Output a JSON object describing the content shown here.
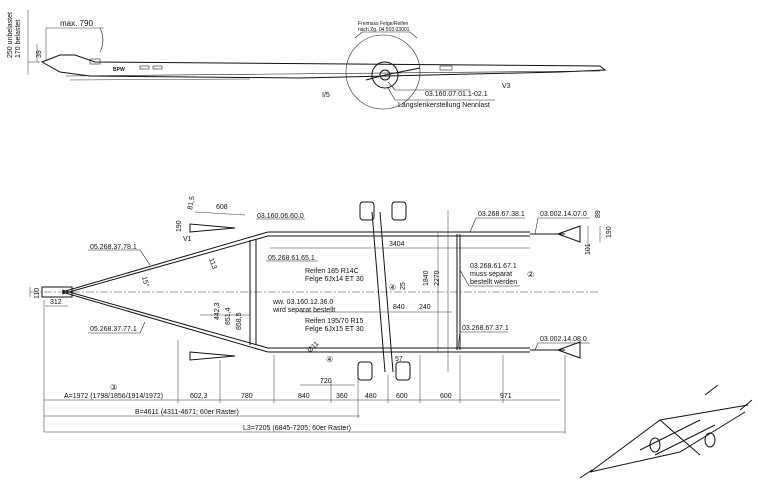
{
  "side_view": {
    "max_length": "max. 790",
    "height_dim": "39",
    "height_unloaded": "250 unbelastet",
    "height_loaded": "170 belastet",
    "brand_mark": "BPW",
    "clearance_note_1": "Freimass Felge/Reifen",
    "clearance_note_2": "nach Zg. 04 503 03001",
    "position_v5": "I/5",
    "position_v3": "V3",
    "axle_part": "03.160.07.01.1-02.1",
    "axle_note": "Längslenkerstellung Nennlast"
  },
  "plan_view": {
    "support_length": "608",
    "support_angle_dim": "81,5",
    "support_width": "190",
    "position_v1": "V1",
    "support_part": "03.160.06.60.0",
    "drawbar_upper_part": "05.268.37.78.1",
    "crossmember_part": "05.268.61.65.1",
    "hole_spacing": "113",
    "drawbar_angle": "15°",
    "coupling_height": "110",
    "coupling_length": "312",
    "drawbar_lower_part": "05.268.37.77.1",
    "dim_442": "442,3",
    "dim_851": "851,4",
    "dim_858": "858,5",
    "spare_part_1": "ww. 03.160.12.36.0",
    "spare_part_2": "wird separat bestellt",
    "tyre_small_1": "Reifen 185 R14C",
    "tyre_small_2": "Felge 6Jx14 ET 30",
    "tyre_large_1": "Reifen 195/70 R15",
    "tyre_large_2": "Felge 6Jx15 ET 30",
    "rail_length": "3404",
    "track_inner": "1840",
    "track_outer": "2270",
    "dim_25": "25",
    "dim_840_inner": "840",
    "dim_240": "240",
    "marker_4": "④",
    "hole_dia": "Ø11",
    "dim_57": "57",
    "dim_720": "720",
    "rail_upper_part": "03.268.67.38.1",
    "coupling_upper_part": "03.002.14.07.0",
    "dim_89": "89",
    "dim_190_right": "190",
    "dim_101": "101",
    "rear_cross_part_1": "03.268.61.67.1",
    "rear_cross_part_2": "muss separat",
    "rear_cross_part_3": "bestellt werden",
    "marker_2": "②",
    "rail_lower_part": "03.268.67.37.1",
    "coupling_lower_part": "03.002.14.08.0"
  },
  "bottom_dims": {
    "marker_3": "③",
    "a": "A=1972 (1798/1856/1914/1972)",
    "d1": "602,3",
    "d2": "780",
    "d3": "840",
    "d4": "360",
    "d5": "480",
    "d6": "600",
    "d7": "600",
    "d8": "971",
    "b": "B=4611 (4311-4671; 60er Raster)",
    "l3": "L3=7205 (6845-7205; 60er Raster)"
  }
}
